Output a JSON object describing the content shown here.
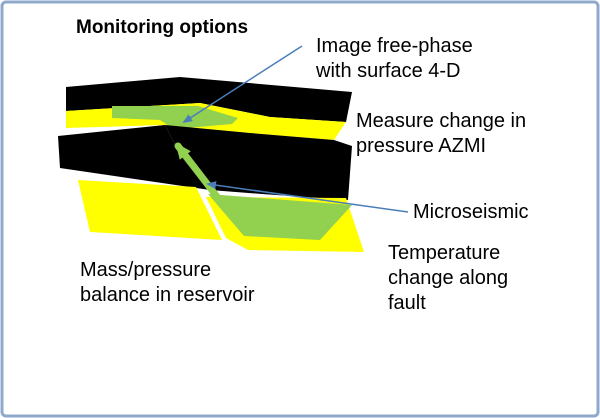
{
  "title": "Monitoring options",
  "labels": {
    "image_free_phase": "Image free-phase\nwith surface 4-D",
    "measure_pressure": "Measure change in\npressure AZMI",
    "microseismic": "Microseismic",
    "temperature": "Temperature\nchange along\nfault",
    "mass_pressure": "Mass/pressure\nbalance in reservoir"
  },
  "colors": {
    "border": "#8ea9cc",
    "layer_dark": "#000000",
    "layer_yellow": "#ffff00",
    "plume": "#92d050",
    "pointer_line": "#4a7ebb",
    "fault_arrow": "#92d050"
  }
}
